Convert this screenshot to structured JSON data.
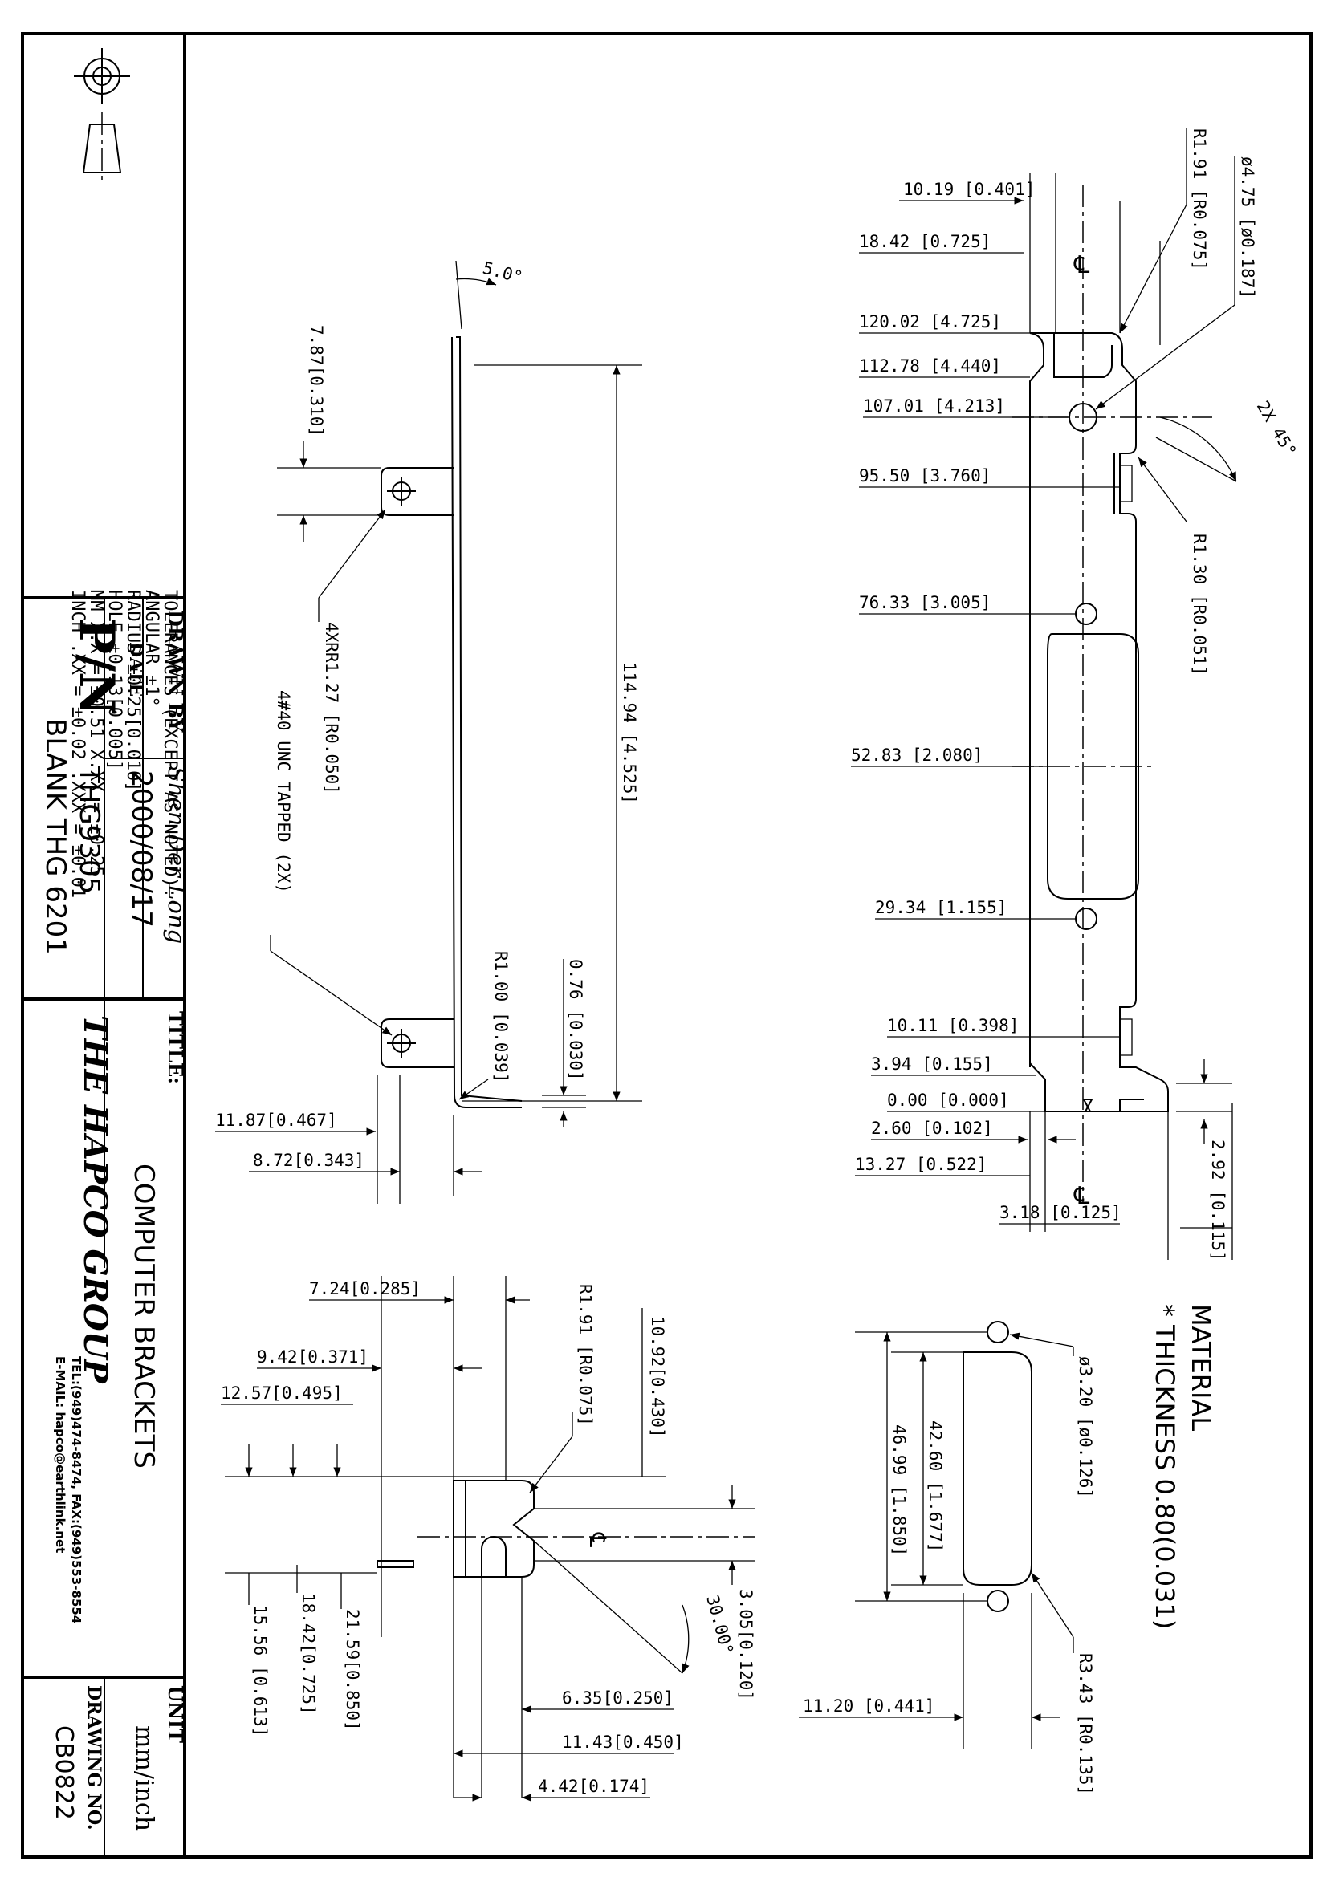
{
  "title_block": {
    "tolerances": {
      "heading": "TOLERANCES (EXCEPT AS NOTED):",
      "angular": "ANGULAR ±1°",
      "radius": "RADIUS ±0.25[0.010]",
      "hole": "HOLE ±0.13[0.005]",
      "mm": "MM X.X = ±0.51 X.XX = ±0.25",
      "inch": "INCH .XX = ±0.02 .XXX = ±0.01"
    },
    "drawn_by_label": "DRAWN BY",
    "drawn_by": "Shen Der Long",
    "date_label": "DATE",
    "date": "2000/08/17",
    "pn_label": "P/N",
    "pn": "THG9305",
    "blank": "BLANK THG 6201",
    "title_label": "TITLE:",
    "title": "COMPUTER BRACKETS",
    "company": "THE HAPCO GROUP",
    "contact_tel": "TEL:(949)474-8474, FAX:(949)553-8554",
    "contact_email": "E-MAIL: hapco@earthlink.net",
    "unit_label": "UNIT",
    "unit": "mm/inch",
    "drawing_no_label": "DRAWING NO.",
    "drawing_no": "CB0822"
  },
  "material": {
    "heading": "MATERIAL",
    "thickness": "* THICKNESS 0.80(0.031)"
  },
  "front_view": {
    "centerline_symbol": "℄",
    "dims": {
      "d10_19": "10.19 [0.401]",
      "d18_42": "18.42 [0.725]",
      "d120_02": "120.02 [4.725]",
      "d112_78": "112.78 [4.440]",
      "d107_01": "107.01 [4.213]",
      "d95_50": "95.50 [3.760]",
      "d76_33": "76.33 [3.005]",
      "d52_83": "52.83 [2.080]",
      "d29_34": "29.34 [1.155]",
      "d10_11": "10.11 [0.398]",
      "d3_94": "3.94 [0.155]",
      "d0_00": "0.00 [0.000]",
      "d2_60": "2.60 [0.102]",
      "d13_27": "13.27 [0.522]",
      "d3_18": "3.18 [0.125]",
      "d2_92": "2.92 [0.115]",
      "r1_91": "R1.91 [R0.075]",
      "hole": "ø4.75 [ø0.187]",
      "chamfer": "2X 45°",
      "r1_30": "R1.30 [R0.051]"
    }
  },
  "side_view": {
    "dims": {
      "angle": "5.0°",
      "d7_87": "7.87[0.310]",
      "d114_94": "114.94 [4.525]",
      "radii": "4XRR1.27 [R0.050]",
      "tapped": "4#40 UNC TAPPED (2X)",
      "r1_00": "R1.00 [0.039]",
      "d0_76": "0.76 [0.030]",
      "d11_87": "11.87[0.467]",
      "d8_72": "8.72[0.343]"
    }
  },
  "top_view": {
    "centerline_symbol": "℄",
    "dims": {
      "d7_24": "7.24[0.285]",
      "d9_42": "9.42[0.371]",
      "d12_57": "12.57[0.495]",
      "r1_91": "R1.91 [R0.075]",
      "d10_92": "10.92[0.430]",
      "angle": "30.00°",
      "d3_05": "3.05[0.120]",
      "d15_56": "15.56 [0.613]",
      "d18_42": "18.42[0.725]",
      "d21_59": "21.59[0.850]",
      "d6_35": "6.35[0.250]",
      "d11_43": "11.43[0.450]",
      "d4_42": "4.42[0.174]"
    }
  },
  "dsub_view": {
    "dims": {
      "hole": "ø3.20 [ø0.126]",
      "d42_60": "42.60 [1.677]",
      "d46_99": "46.99 [1.850]",
      "r3_43": "R3.43 [R0.135]",
      "d11_20": "11.20 [0.441]"
    }
  }
}
